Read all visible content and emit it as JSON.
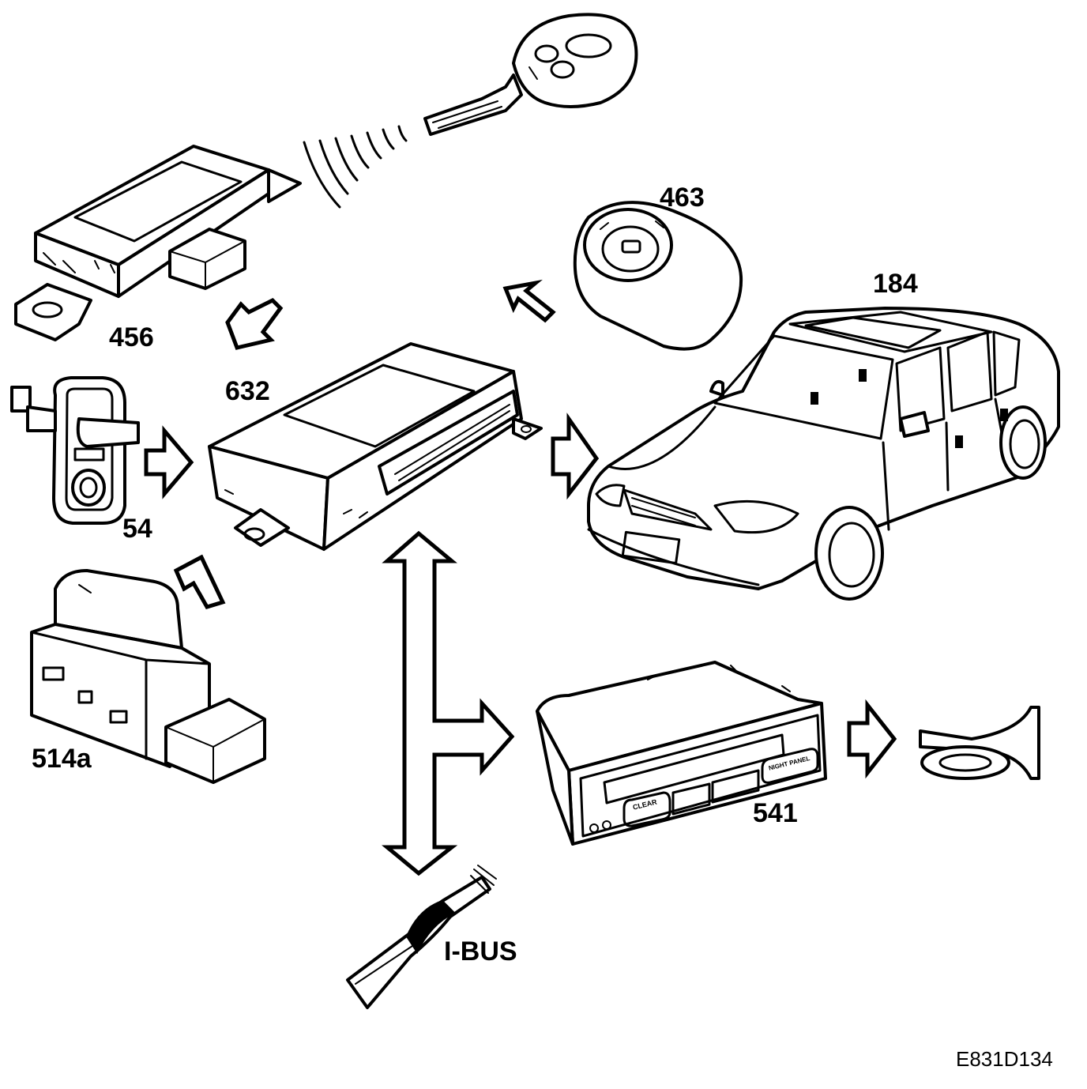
{
  "labels": {
    "key_fob": "",
    "receiver": "456",
    "ignition_switch": "463",
    "control_module": "632",
    "car": "184",
    "door_switch": "54",
    "hood_switch": "514a",
    "display_panel": "541",
    "ibus": "I-BUS"
  },
  "display_panel_buttons": {
    "clear": "CLEAR",
    "night_panel": "NIGHT PANEL"
  },
  "figure_ref": "E831D134",
  "colors": {
    "line": "#000000",
    "fill": "#ffffff"
  }
}
